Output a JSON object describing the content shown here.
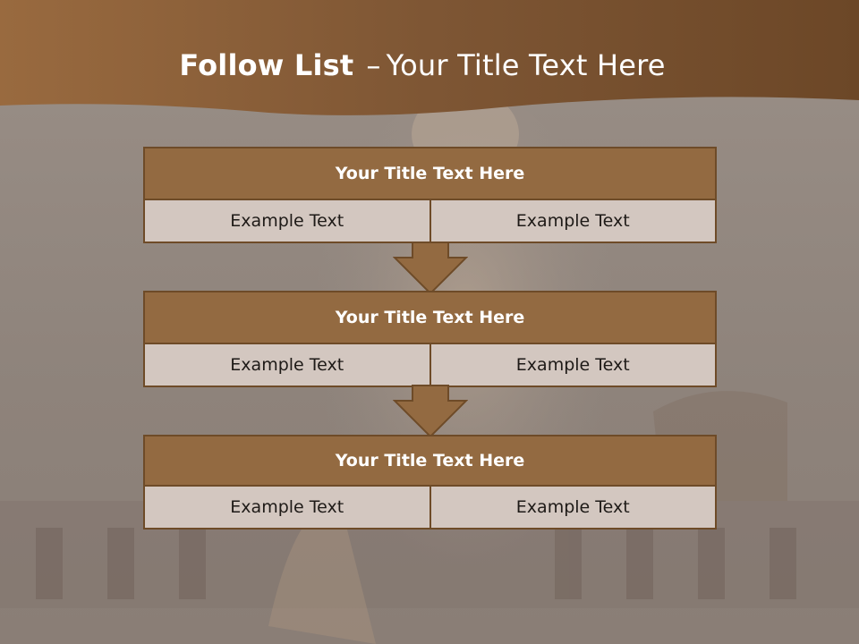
{
  "slide": {
    "title_bold": "Follow List",
    "title_dash": "–",
    "title_rest": "Your Title Text Here"
  },
  "blocks": [
    {
      "title": "Your Title Text Here",
      "cells": [
        "Example Text",
        "Example Text"
      ]
    },
    {
      "title": "Your Title Text Here",
      "cells": [
        "Example Text",
        "Example Text"
      ]
    },
    {
      "title": "Your Title Text Here",
      "cells": [
        "Example Text",
        "Example Text"
      ]
    }
  ],
  "colors": {
    "header_band": "#7a5535",
    "block_title_fill": "#936a41",
    "block_border": "#6e4b28",
    "cell_fill": "#d3c7c0",
    "arrow_fill": "#936a41"
  },
  "icons": {
    "connector": "down-arrow-icon"
  }
}
